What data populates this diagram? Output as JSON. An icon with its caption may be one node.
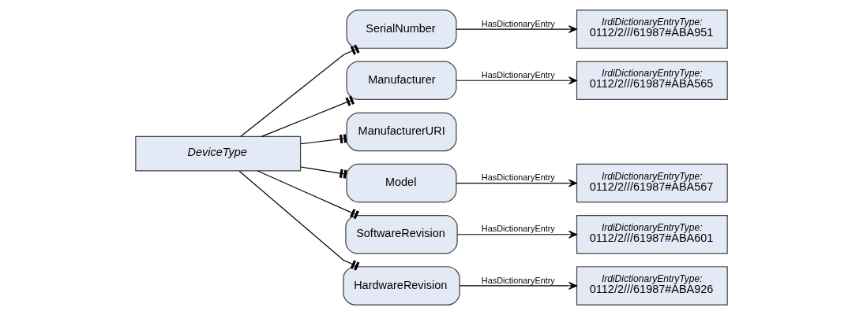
{
  "diagram": {
    "nodes": [
      {
        "text": [
          "DeviceType"
        ]
      },
      {
        "text": [
          "SerialNumber"
        ]
      },
      {
        "text": [
          "Manufacturer"
        ]
      },
      {
        "text": [
          "ManufacturerURI"
        ]
      },
      {
        "text": [
          "Model"
        ]
      },
      {
        "text": [
          "SoftwareRevision"
        ]
      },
      {
        "text": [
          "HardwareRevision"
        ]
      },
      {
        "text": [
          "IrdiDictionaryEntryType:",
          "0112/2///61987#ABA951"
        ]
      },
      {
        "text": [
          "IrdiDictionaryEntryType:",
          "0112/2///61987#ABA565"
        ]
      },
      {
        "text": [
          "IrdiDictionaryEntryType:",
          "0112/2///61987#ABA567"
        ]
      },
      {
        "text": [
          "IrdiDictionaryEntryType:",
          "0112/2///61987#ABA601"
        ]
      },
      {
        "text": [
          "IrdiDictionaryEntryType:",
          "0112/2///61987#ABA926"
        ]
      }
    ],
    "edges": [
      {
        "from": 0,
        "to": 1,
        "arrow": "other"
      },
      {
        "from": 0,
        "to": 2,
        "arrow": "other"
      },
      {
        "from": 0,
        "to": 3,
        "arrow": "other"
      },
      {
        "from": 0,
        "to": 4,
        "arrow": "other"
      },
      {
        "from": 0,
        "to": 5,
        "arrow": "other"
      },
      {
        "from": 0,
        "to": 6,
        "arrow": "other"
      },
      {
        "from": 1,
        "to": 7,
        "arrow": "to",
        "label": "HasDictionaryEntry"
      },
      {
        "from": 2,
        "to": 8,
        "arrow": "to",
        "label": "HasDictionaryEntry"
      },
      {
        "from": 4,
        "to": 9,
        "arrow": "to",
        "label": "HasDictionaryEntry"
      },
      {
        "from": 5,
        "to": 10,
        "arrow": "to",
        "label": "HasDictionaryEntry"
      },
      {
        "from": 6,
        "to": 11,
        "arrow": "to",
        "label": "HasDictionaryEntry"
      }
    ]
  }
}
